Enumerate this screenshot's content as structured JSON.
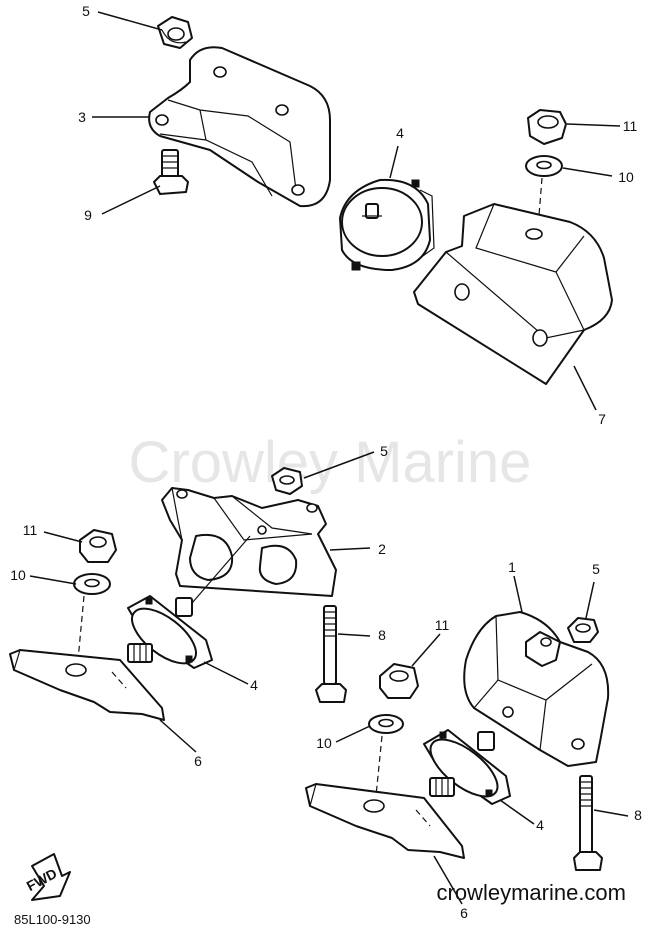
{
  "watermark": "Crowley Marine",
  "site": "crowleymarine.com",
  "diagram_code": "85L100-9130",
  "fwd_label": "FWD",
  "callouts": {
    "c1": "1",
    "c2": "2",
    "c3": "3",
    "c4a": "4",
    "c4b": "4",
    "c4c": "4",
    "c5a": "5",
    "c5b": "5",
    "c5c": "5",
    "c6a": "6",
    "c6b": "6",
    "c7": "7",
    "c8a": "8",
    "c8b": "8",
    "c9": "9",
    "c10a": "10",
    "c10b": "10",
    "c10c": "10",
    "c11a": "11",
    "c11b": "11",
    "c11c": "11"
  }
}
